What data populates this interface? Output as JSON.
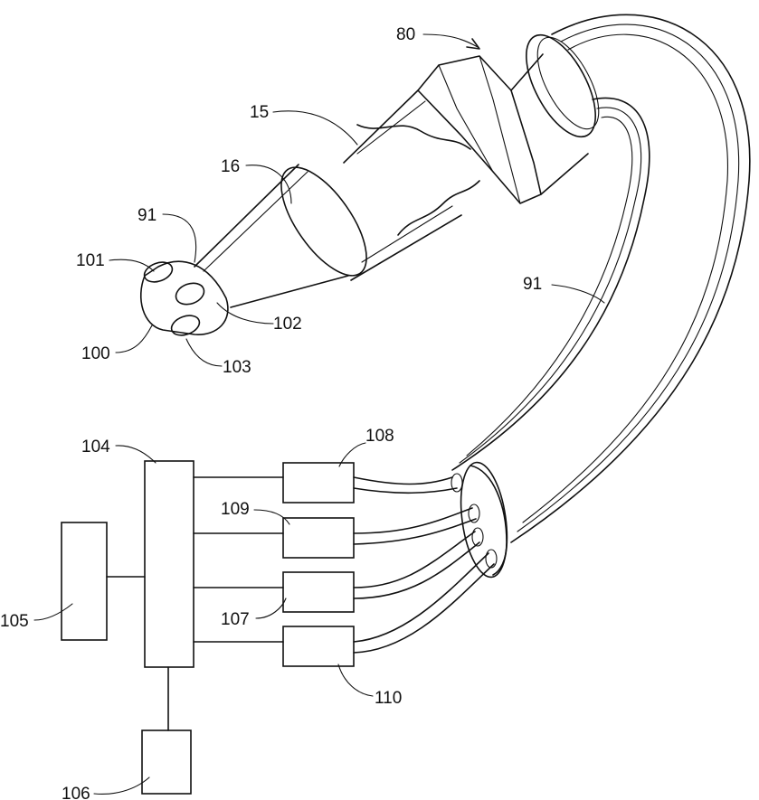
{
  "labels": {
    "l80": "80",
    "l15": "15",
    "l16": "16",
    "l91_tip": "91",
    "l101": "101",
    "l102": "102",
    "l100": "100",
    "l103": "103",
    "l91_tube": "91",
    "l104": "104",
    "l108": "108",
    "l109": "109",
    "l107": "107",
    "l110": "110",
    "l105": "105",
    "l106": "106"
  }
}
